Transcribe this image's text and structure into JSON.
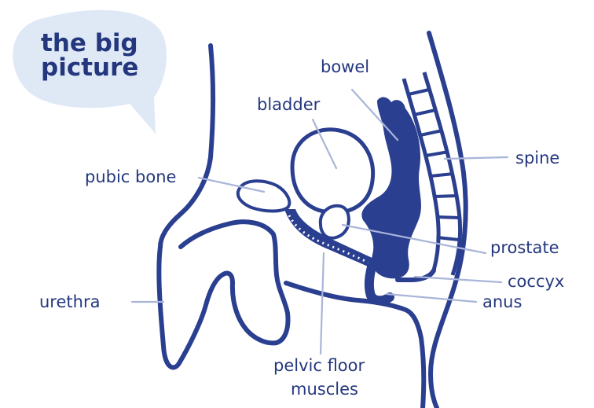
{
  "title": {
    "line1": "the big",
    "line2": "picture"
  },
  "labels": {
    "bowel": "bowel",
    "bladder": "bladder",
    "spine": "spine",
    "pubic_bone": "pubic bone",
    "prostate": "prostate",
    "coccyx": "coccyx",
    "urethra": "urethra",
    "anus": "anus",
    "pelvic_floor_line1": "pelvic floor",
    "pelvic_floor_line2": "muscles"
  },
  "colors": {
    "ink": "#2a3f8f",
    "text": "#24377e",
    "leader": "#a9b5d9",
    "bubble": "#dfe9f6"
  }
}
